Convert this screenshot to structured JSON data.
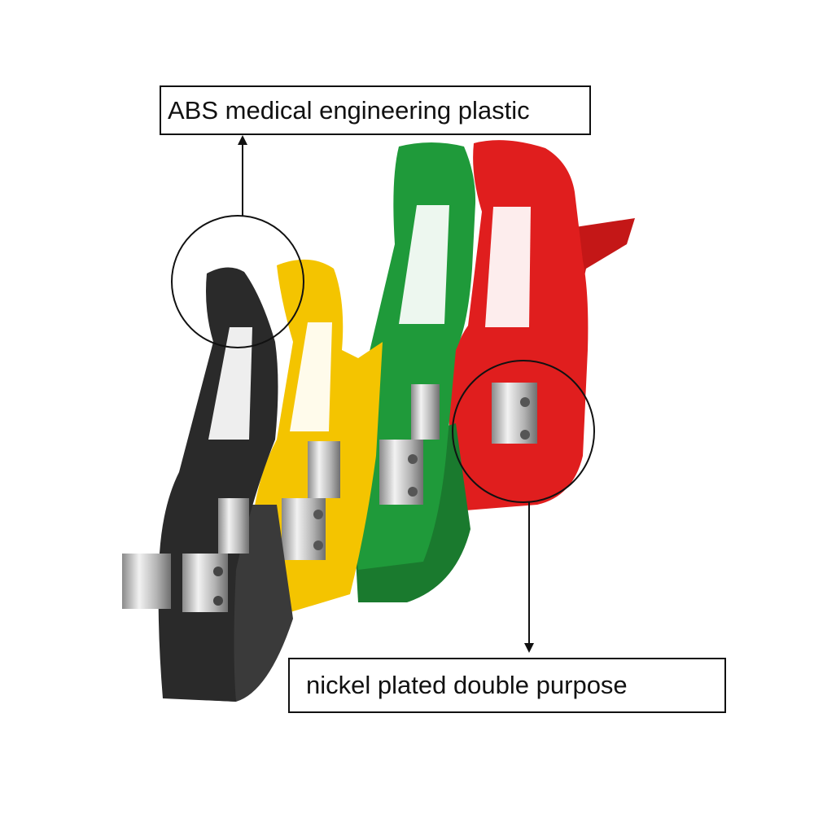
{
  "annotations": {
    "top_label": "ABS medical engineering plastic",
    "bottom_label": "nickel plated double purpose"
  },
  "clips": [
    {
      "color_name": "black",
      "color": "#2a2a2a"
    },
    {
      "color_name": "yellow",
      "color": "#f4c400"
    },
    {
      "color_name": "green",
      "color": "#1f9a3a"
    },
    {
      "color_name": "red",
      "color": "#e01e1e"
    }
  ],
  "colors": {
    "metal": "#c9c9c9",
    "outline": "#111111"
  }
}
